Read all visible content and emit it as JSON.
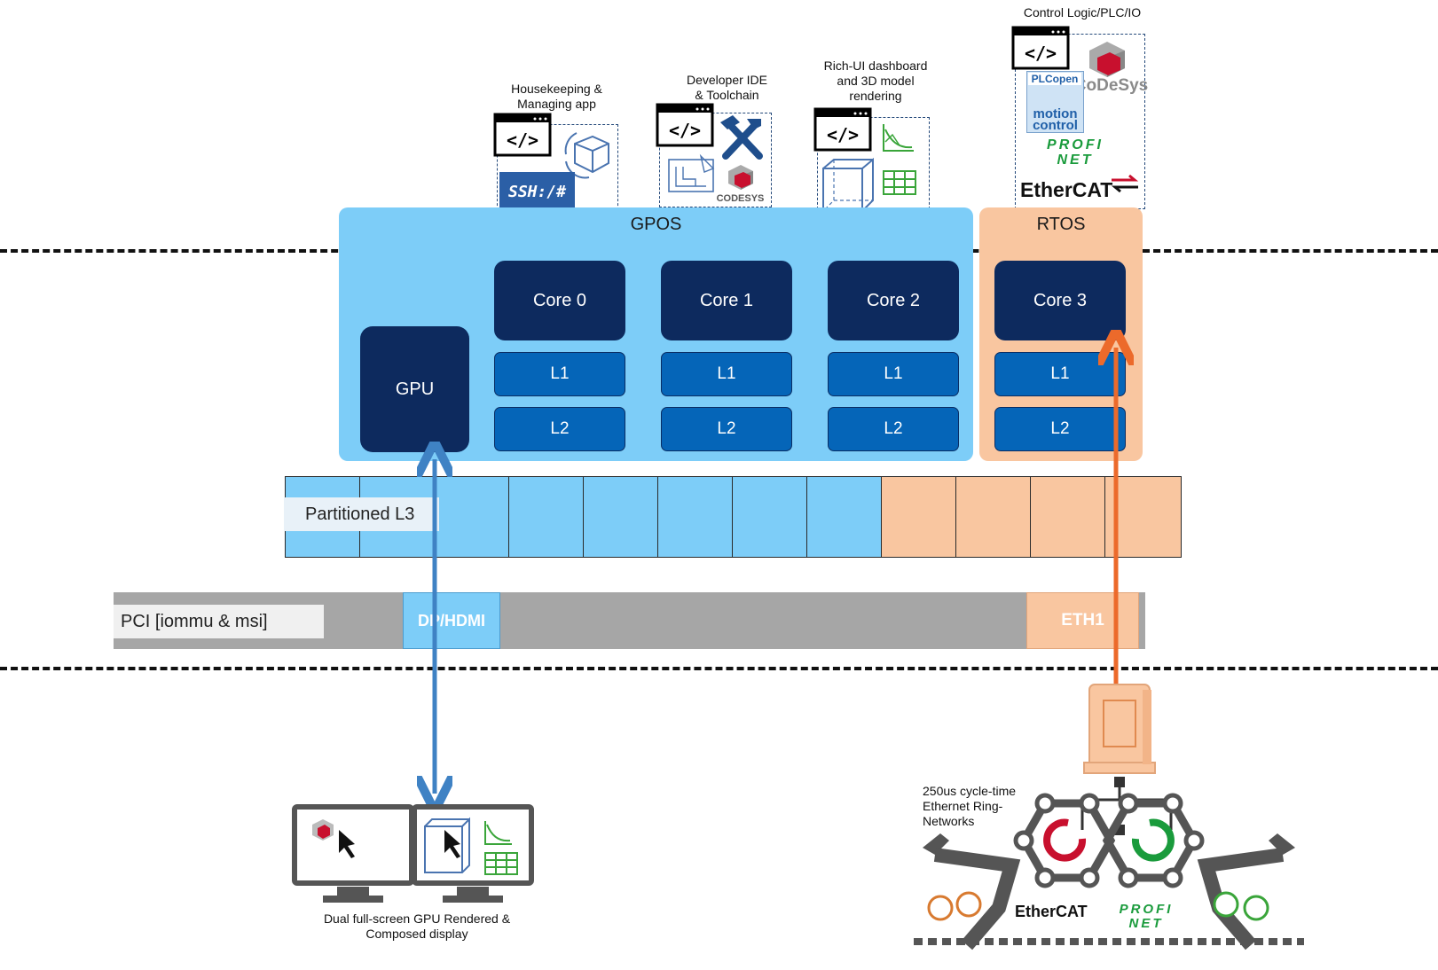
{
  "apps": {
    "housekeeping": {
      "caption": "Housekeeping &\nManaging app",
      "ssh_label": "SSH:/#"
    },
    "developer": {
      "caption": "Developer IDE\n& Toolchain",
      "codesys_label": "CODESYS"
    },
    "rich_ui": {
      "caption": "Rich-UI dashboard\nand 3D model\nrendering"
    },
    "control": {
      "caption": "Control Logic/PLC/IO",
      "plcopen_label": "PLCopen",
      "motion_label": "motion\ncontrol",
      "codesys_label": "CoDeSys",
      "profinet_label": "PROFI\nNET",
      "ethercat_label": "EtherCAT"
    }
  },
  "os": {
    "gpos_label": "GPOS",
    "rtos_label": "RTOS"
  },
  "cores": [
    {
      "name": "Core 0",
      "l1": "L1",
      "l2": "L2"
    },
    {
      "name": "Core 1",
      "l1": "L1",
      "l2": "L2"
    },
    {
      "name": "Core 2",
      "l1": "L1",
      "l2": "L2"
    },
    {
      "name": "Core 3",
      "l1": "L1",
      "l2": "L2"
    }
  ],
  "gpu_label": "GPU",
  "l3": {
    "label": "Partitioned L3",
    "blue_count": 8,
    "orange_count": 4
  },
  "pci": {
    "label": "PCI [iommu & msi]",
    "dp_label": "DP/HDMI",
    "eth_label": "ETH1"
  },
  "display_caption": "Dual full-screen GPU Rendered &\nComposed display",
  "network": {
    "caption": "250us cycle-time\nEthernet Ring-\nNetworks",
    "ethercat_label": "EtherCAT",
    "profinet_label": "PROFI\nNET"
  },
  "colors": {
    "gpos": "#7dcdf8",
    "rtos": "#f9c6a0",
    "core": "#0d2a5e",
    "cache": "#0565b8",
    "blue_arrow": "#3f82c4",
    "orange_arrow": "#ec6a2b",
    "profinet_green": "#1a9b3c"
  }
}
